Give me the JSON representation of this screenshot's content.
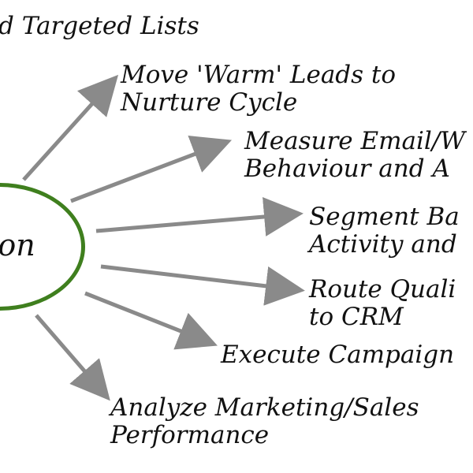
{
  "colors": {
    "hub_ring": "#3f7f1e",
    "arrow": "#8a8a8a",
    "text": "#111111",
    "background": "#ffffff"
  },
  "hub": {
    "label": "tion"
  },
  "top_label": "d Targeted Lists",
  "branches": [
    {
      "line1": "Move 'Warm' Leads to",
      "line2": "Nurture Cycle"
    },
    {
      "line1": "Measure Email/W",
      "line2": "Behaviour and A"
    },
    {
      "line1": "Segment Ba",
      "line2": "Activity and"
    },
    {
      "line1": "Route Quali",
      "line2": "to CRM"
    },
    {
      "line1": "Execute Campaign"
    },
    {
      "line1": "Analyze Marketing/Sales",
      "line2": "Performance"
    }
  ]
}
